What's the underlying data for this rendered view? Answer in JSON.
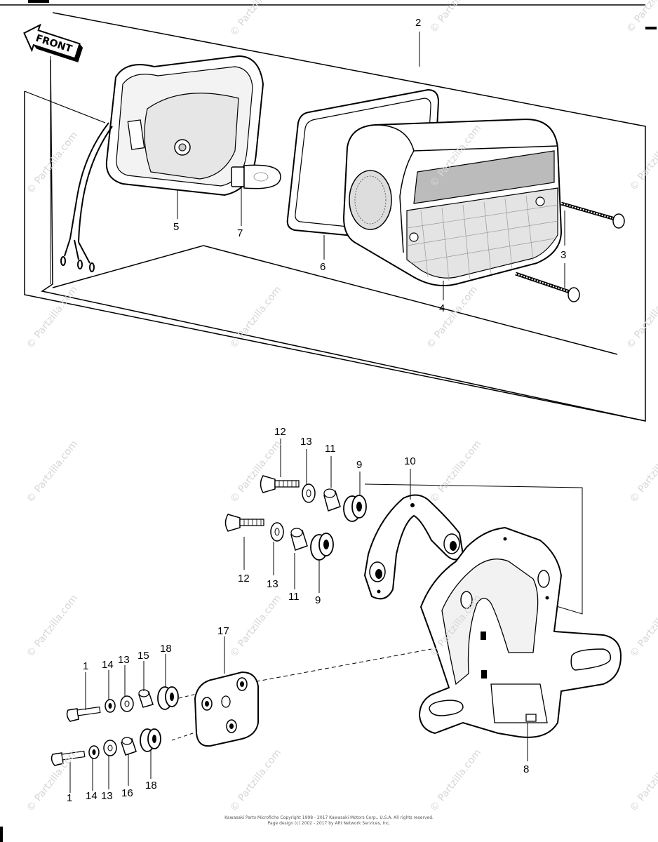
{
  "watermark": "© Partzilla.com",
  "direction_label": "FRONT",
  "callouts": [
    {
      "id": "2a",
      "label": "2"
    },
    {
      "id": "5",
      "label": "5"
    },
    {
      "id": "7",
      "label": "7"
    },
    {
      "id": "6",
      "label": "6"
    },
    {
      "id": "3",
      "label": "3"
    },
    {
      "id": "4",
      "label": "4"
    },
    {
      "id": "12a",
      "label": "12"
    },
    {
      "id": "13a",
      "label": "13"
    },
    {
      "id": "11a",
      "label": "11"
    },
    {
      "id": "9a",
      "label": "9"
    },
    {
      "id": "10",
      "label": "10"
    },
    {
      "id": "12b",
      "label": "12"
    },
    {
      "id": "13b",
      "label": "13"
    },
    {
      "id": "11b",
      "label": "11"
    },
    {
      "id": "9b",
      "label": "9"
    },
    {
      "id": "17",
      "label": "17"
    },
    {
      "id": "18a",
      "label": "18"
    },
    {
      "id": "15",
      "label": "15"
    },
    {
      "id": "13c",
      "label": "13"
    },
    {
      "id": "14a",
      "label": "14"
    },
    {
      "id": "1a",
      "label": "1"
    },
    {
      "id": "1b",
      "label": "1"
    },
    {
      "id": "14b",
      "label": "14"
    },
    {
      "id": "13d",
      "label": "13"
    },
    {
      "id": "16",
      "label": "16"
    },
    {
      "id": "18b",
      "label": "18"
    },
    {
      "id": "8",
      "label": "8"
    }
  ],
  "footer": {
    "line1": "Kawasaki Parts Microfiche Copyright 1998 - 2017 Kawasaki Motors Corp., U.S.A. All rights reserved.",
    "line2": "Page design (c) 2002 - 2017 by ARI Network Services, Inc."
  }
}
